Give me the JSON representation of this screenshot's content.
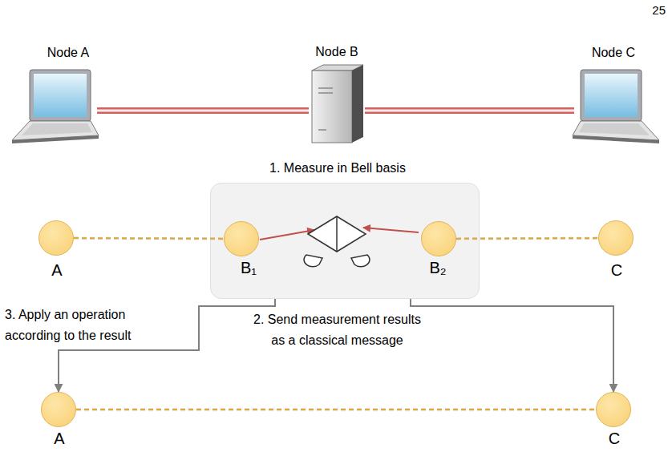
{
  "diagram": {
    "nodes": [
      {
        "text": [
          "Node A"
        ]
      },
      {
        "text": [
          "Node B"
        ]
      },
      {
        "text": [
          "Node C"
        ]
      },
      {
        "text": [
          "A"
        ]
      },
      {
        "text": [
          "1. Measure in Bell basis"
        ]
      },
      {
        "text": [
          "B₁"
        ],
        "in": 4
      },
      {
        "text": [
          "B₂"
        ],
        "in": 4
      },
      {
        "text": [
          "C"
        ]
      },
      {
        "text": [
          "A"
        ]
      },
      {
        "text": [
          "C"
        ]
      }
    ],
    "edges": [
      {
        "from": 0,
        "to": 1,
        "arrow": "none"
      },
      {
        "from": 1,
        "to": 2,
        "arrow": "none"
      },
      {
        "from": 3,
        "to": 5,
        "arrow": "none"
      },
      {
        "from": 6,
        "to": 7,
        "arrow": "none"
      },
      {
        "from": 4,
        "to": 8,
        "arrow": "to"
      },
      {
        "from": 4,
        "to": 9,
        "arrow": "to"
      },
      {
        "from": 8,
        "to": 9,
        "arrow": "none"
      }
    ],
    "labels": [
      "25",
      "3. Apply an operation according to the result",
      "2. Send measurement results as a classical message"
    ]
  }
}
